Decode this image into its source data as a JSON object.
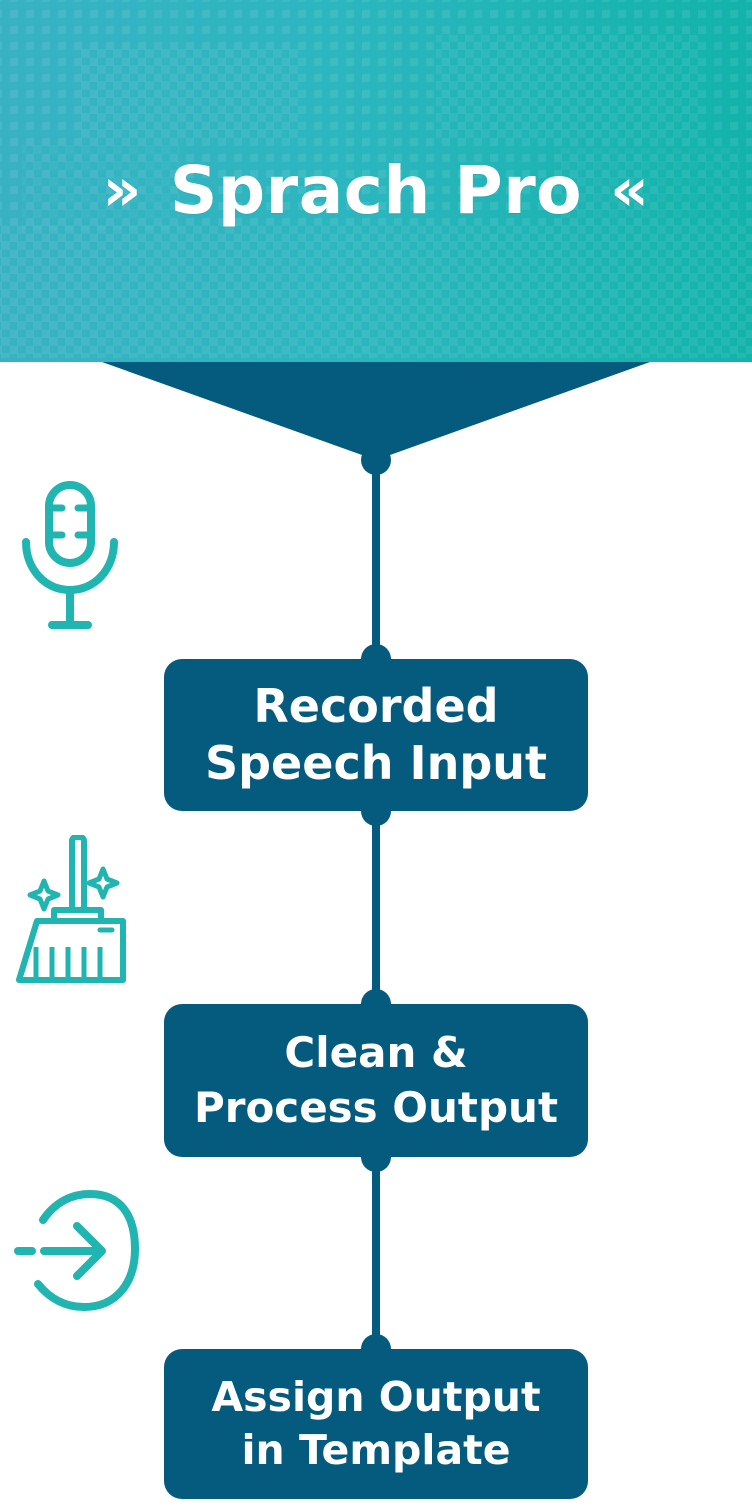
{
  "header": {
    "left_marker": "»",
    "title": "Sprach Pro",
    "right_marker": "«"
  },
  "steps": [
    {
      "label": "Recorded\nSpeech Input"
    },
    {
      "label": "Clean &\nProcess Output"
    },
    {
      "label": "Assign Output\nin Template"
    }
  ],
  "icons": {
    "step_1": "microphone-icon",
    "step_2": "broom-icon",
    "step_3": "enter-arrow-icon"
  },
  "colors": {
    "header_start": "#38b2c3",
    "header_end": "#12b3aa",
    "node": "#045b7d",
    "icon": "#20b5b1",
    "text": "#ffffff"
  }
}
